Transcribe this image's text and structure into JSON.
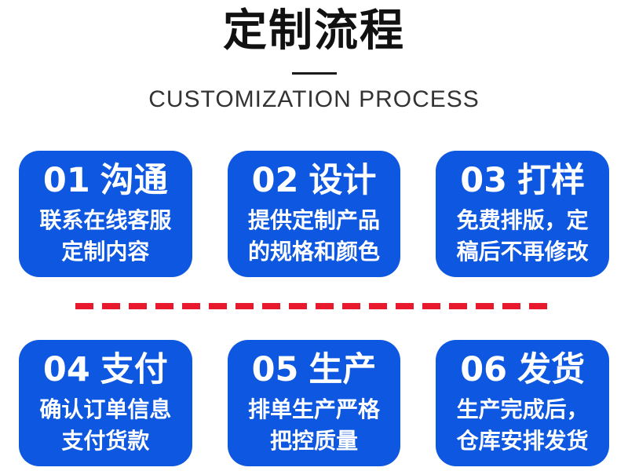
{
  "header": {
    "title": "定制流程",
    "subtitle": "CUSTOMIZATION PROCESS"
  },
  "steps": [
    {
      "number": "01",
      "name": "沟通",
      "line1": "联系在线客服",
      "line2": "定制内容"
    },
    {
      "number": "02",
      "name": "设计",
      "line1": "提供定制产品",
      "line2": "的规格和颜色"
    },
    {
      "number": "03",
      "name": "打样",
      "line1": "免费排版，定",
      "line2": "稿后不再修改"
    },
    {
      "number": "04",
      "name": "支付",
      "line1": "确认订单信息",
      "line2": "支付货款"
    },
    {
      "number": "05",
      "name": "生产",
      "line1": "排单生产严格",
      "line2": "把控质量"
    },
    {
      "number": "06",
      "name": "发货",
      "line1": "生产完成后，",
      "line2": "仓库安排发货"
    }
  ],
  "colors": {
    "card_blue": "#0E57E0",
    "dash_red": "#E8192C",
    "title_black": "#111111",
    "subtitle_gray": "#333333",
    "card_text_white": "#FFFFFF"
  }
}
